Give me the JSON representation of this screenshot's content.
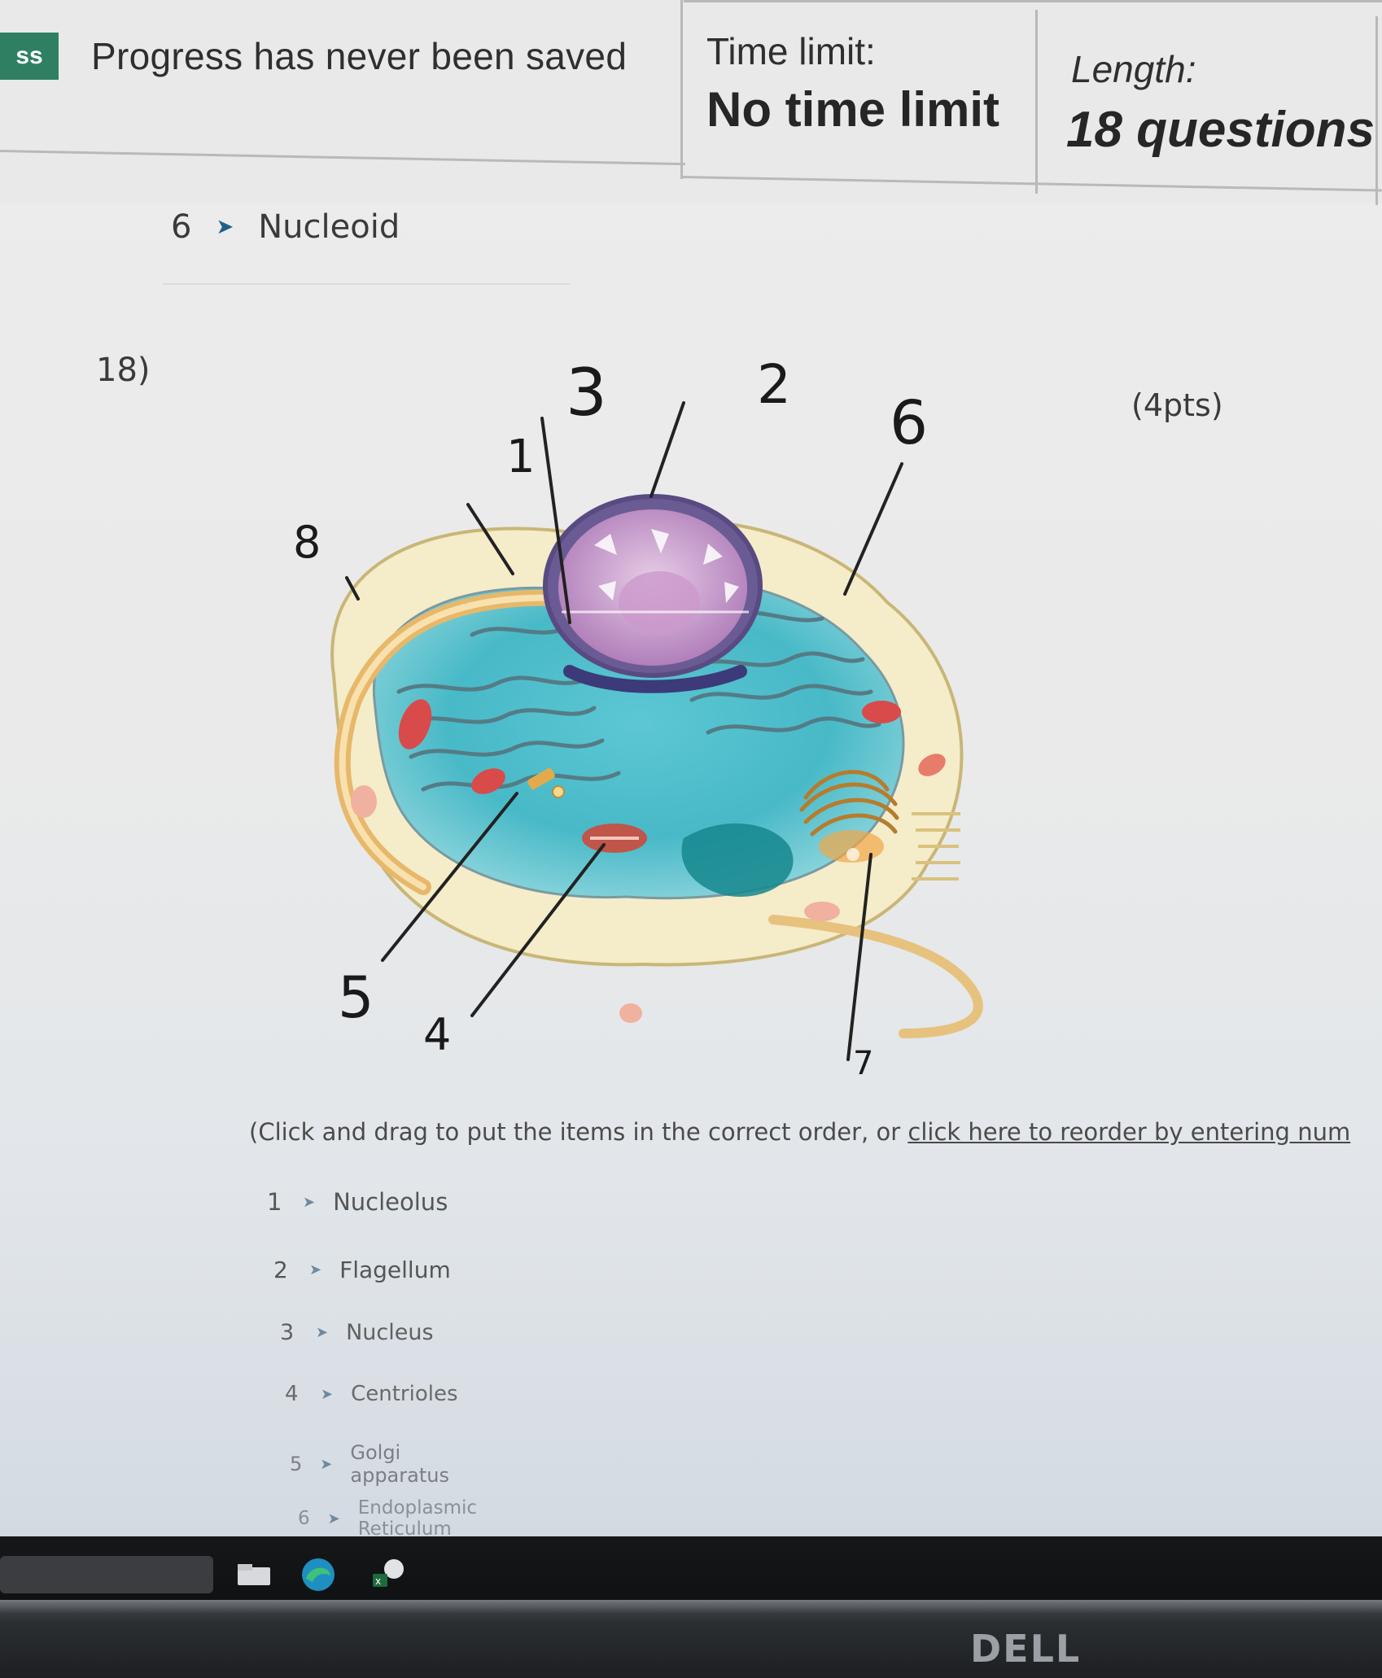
{
  "header": {
    "progress_badge": "ss",
    "progress_text": "Progress has never been saved",
    "time_limit_label": "Time limit:",
    "time_limit_value": "No time limit",
    "length_label": "Length:",
    "length_value": "18 questions"
  },
  "previous_item": {
    "number": "6",
    "label": "Nucleoid"
  },
  "question": {
    "number": "18)",
    "points": "(4pts)",
    "diagram_labels": [
      "1",
      "2",
      "3",
      "4",
      "5",
      "6",
      "7",
      "8"
    ],
    "instruction_prefix": "(Click and drag to put the items in the correct order, or ",
    "instruction_link": "click here to reorder by entering num",
    "items": [
      {
        "number": "1",
        "label": "Nucleolus"
      },
      {
        "number": "2",
        "label": "Flagellum"
      },
      {
        "number": "3",
        "label": "Nucleus"
      },
      {
        "number": "4",
        "label": "Centrioles"
      },
      {
        "number": "5",
        "label": "Golgi apparatus"
      },
      {
        "number": "6",
        "label": "Endoplasmic Reticulum"
      }
    ]
  },
  "bezel": {
    "brand": "DELL"
  }
}
